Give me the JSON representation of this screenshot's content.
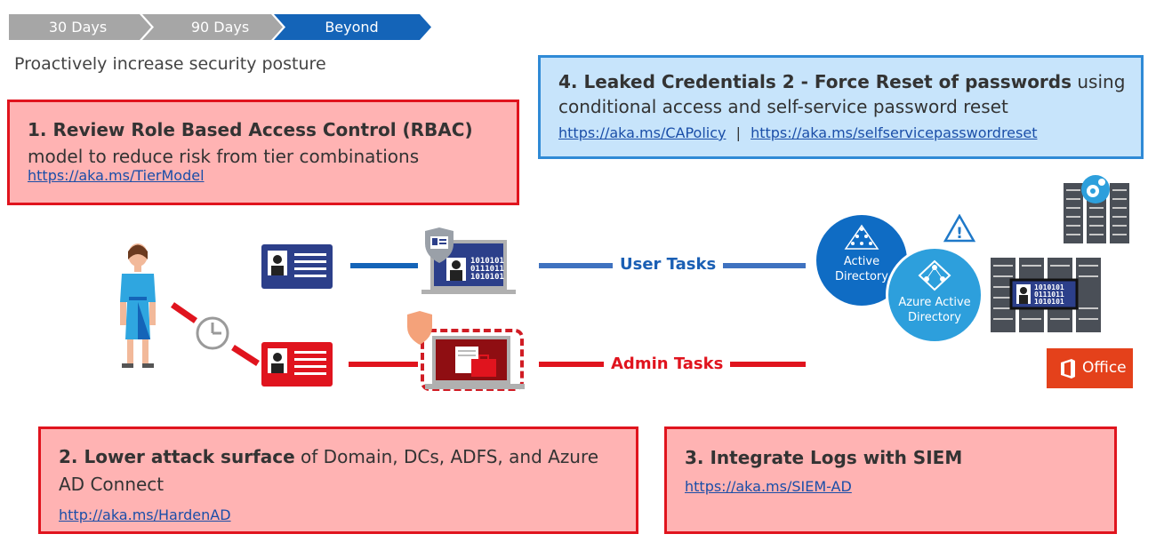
{
  "timeline": {
    "steps": [
      "30 Days",
      "90 Days",
      "Beyond"
    ],
    "active_index": 2
  },
  "subtitle": "Proactively increase security posture",
  "box1": {
    "title_bold": "1. Review Role Based Access Control (RBAC)",
    "title_rest": "model to reduce risk from tier combinations",
    "link": "https://aka.ms/TierModel"
  },
  "box2": {
    "title_bold": "2. Lower attack surface",
    "title_rest": " of Domain, DCs, ADFS, and Azure AD Connect",
    "link": "http://aka.ms/HardenAD"
  },
  "box3": {
    "title_bold": "3. Integrate Logs with SIEM",
    "link": "https://aka.ms/SIEM-AD"
  },
  "box4": {
    "title_bold": "4. Leaked Credentials 2 - Force Reset of passwords",
    "title_rest": " using conditional access and self-service password reset",
    "link1": "https://aka.ms/CAPolicy",
    "separator": "|",
    "link2": "https://aka.ms/selfservicepasswordreset"
  },
  "diagram": {
    "user_tasks": "User Tasks",
    "admin_tasks": "Admin Tasks",
    "binary_text": [
      "1010101",
      "0111011",
      "1010101"
    ],
    "server_binary": [
      "1010101",
      "0111011",
      "1010101"
    ],
    "active_directory": "Active Directory",
    "azure_ad": "Azure Active Directory",
    "office": "Office",
    "warning_symbol": "!"
  },
  "colors": {
    "chevron_inactive": "#a6a6a6",
    "chevron_active": "#1464b8",
    "red": "#e0141e",
    "blue_line": "#3f72c0",
    "ad_blue": "#0f6cc4",
    "aad_blue": "#2d9fdc",
    "office_orange": "#e4411b"
  }
}
